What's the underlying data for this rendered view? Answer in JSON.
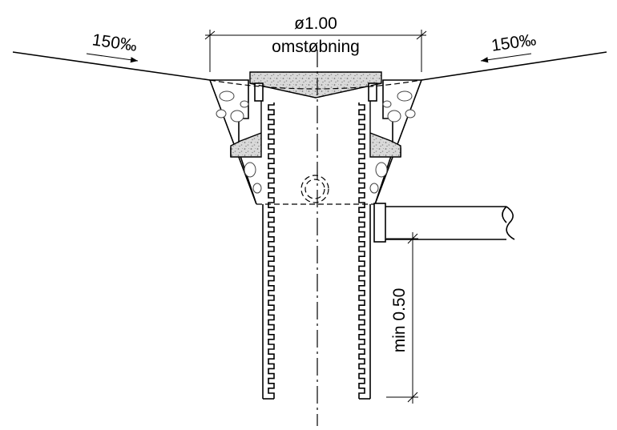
{
  "drawing": {
    "diameter_label": "ø1.00",
    "casing_label": "omstøbning",
    "slope_left_label": "150‰",
    "slope_right_label": "150‰",
    "depth_label": "min 0.50"
  }
}
